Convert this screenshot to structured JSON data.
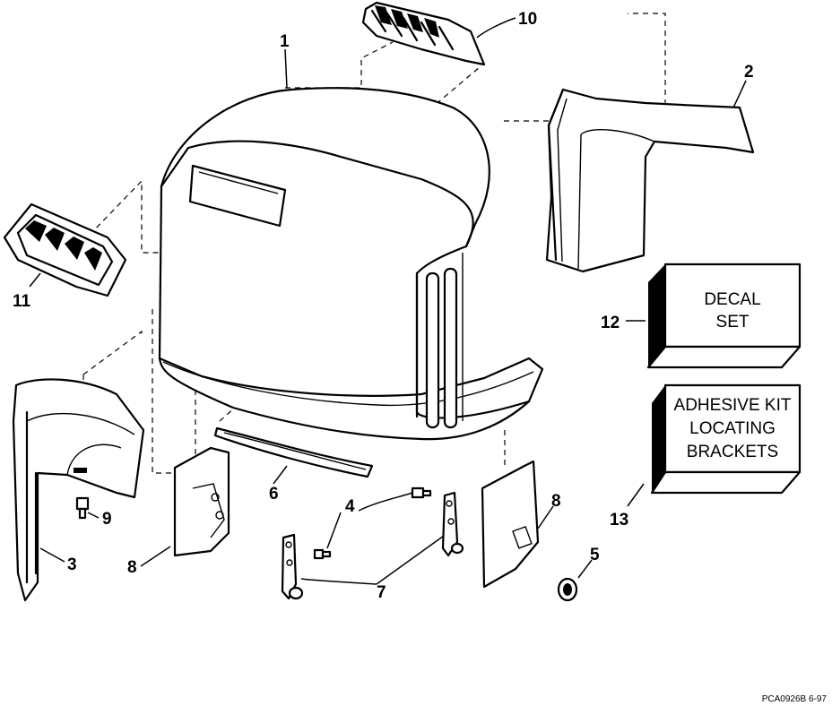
{
  "labels": {
    "p1": "1",
    "p2": "2",
    "p3": "3",
    "p4": "4",
    "p5": "5",
    "p6": "6",
    "p7": "7",
    "p8a": "8",
    "p8b": "8",
    "p9": "9",
    "p10": "10",
    "p11": "11",
    "p12": "12",
    "p13": "13"
  },
  "decal_box": {
    "line1": "DECAL",
    "line2": "SET"
  },
  "adhesive_box": {
    "line1": "ADHESIVE KIT",
    "line2": "LOCATING",
    "line3": "BRACKETS"
  },
  "drawing_code": "PCA0926B   6-97"
}
